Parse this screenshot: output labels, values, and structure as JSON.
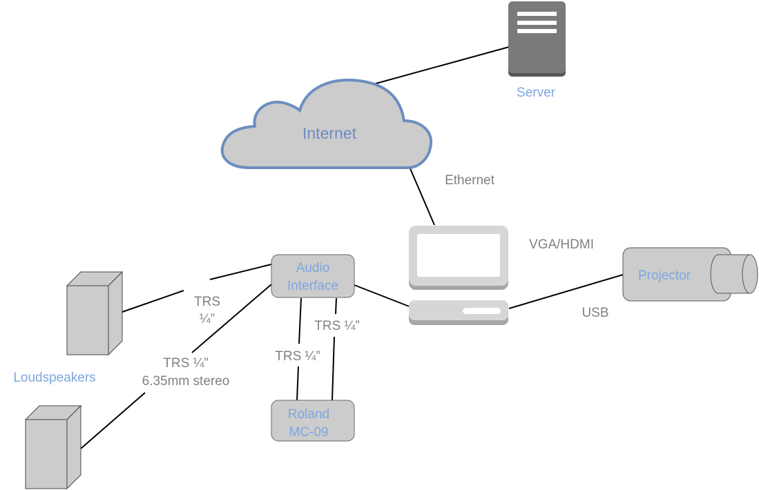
{
  "diagram": {
    "nodes": {
      "server": {
        "label": "Server",
        "icon": "server-icon"
      },
      "internet": {
        "label": "Internet",
        "icon": "cloud-icon"
      },
      "computer": {
        "label": "",
        "icon": "desktop-computer-icon"
      },
      "projector": {
        "label": "Projector",
        "icon": "projector-icon"
      },
      "audio_interface": {
        "label_lines": [
          "Audio",
          "Interface"
        ]
      },
      "roland": {
        "label_lines": [
          "Roland",
          "MC-09"
        ]
      },
      "loudspeakers": {
        "label": "Loudspeakers",
        "icon": "loudspeaker-icon"
      }
    },
    "edges": {
      "internet_server": {
        "label": ""
      },
      "internet_computer": {
        "label": "Ethernet"
      },
      "computer_projector": {
        "label": "VGA/HDMI",
        "label2": "USB"
      },
      "interface_computer": {
        "label": ""
      },
      "interface_speaker1": {
        "label_lines": [
          "TRS",
          "¼”"
        ]
      },
      "interface_speaker2": {
        "label_lines": [
          "TRS ¼”",
          "6.35mm stereo"
        ]
      },
      "interface_roland_a": {
        "label": "TRS ¼”"
      },
      "interface_roland_b": {
        "label": "TRS ¼”"
      }
    },
    "colors": {
      "node_fill": "#cccccc",
      "node_stroke": "#666666",
      "node_text": "#7ea6e0",
      "edge_text": "#808080",
      "cloud_stroke": "#6c8ebf",
      "server_fill": "#7a7a7a"
    }
  }
}
